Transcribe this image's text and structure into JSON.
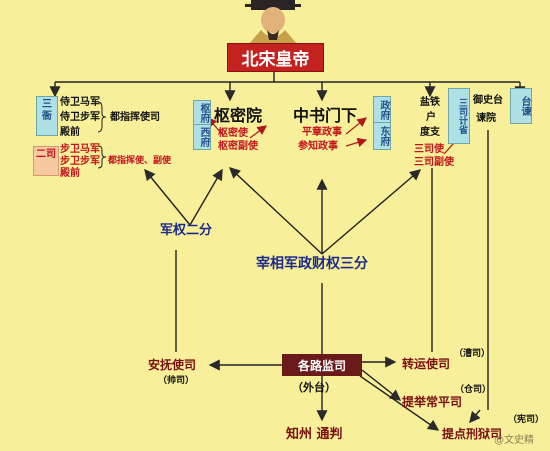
{
  "emperor": "北宋皇帝",
  "left_group": {
    "box_top": "三衙",
    "box_bottom": "二司",
    "palace": [
      "侍卫马军",
      "侍卫步军",
      "殿前"
    ],
    "palace_title": "都指挥使司",
    "mid": [
      "步卫马军",
      "步卫步军",
      "殿前"
    ],
    "mid_title": "都指挥使、副使"
  },
  "shumi": {
    "box_top": "枢府",
    "box_bottom": "西府",
    "title": "枢密院",
    "sub1": "枢密使",
    "sub2": "枢密副使"
  },
  "zhongshu": {
    "title": "中书门下",
    "sub1": "平章政事",
    "sub2": "参知政事",
    "box_top": "政府",
    "box_bottom": "东府"
  },
  "sansi": {
    "items": [
      "盐铁",
      "户",
      "度支"
    ],
    "box": "三司计省",
    "sub1": "三司使",
    "sub2": "三司副使"
  },
  "yushi": {
    "title": "御史台",
    "sub": "谏院",
    "box": "台谏"
  },
  "center": {
    "military": "军权二分",
    "power": "宰相军政财权三分"
  },
  "bottom": {
    "jianshi": "各路监司",
    "waitai": "（外台）",
    "anfu": "安抚使司",
    "anfu_note": "（帅司）",
    "zhuanyun": "转运使司",
    "zhuanyun_note": "（漕司）",
    "tiju": "提举常平司",
    "tiju_note": "（仓司）",
    "tixing": "提点刑狱司",
    "tixing_note": "（宪司）",
    "zhizhou": "知州 通判"
  },
  "watermark": "@文史精"
}
